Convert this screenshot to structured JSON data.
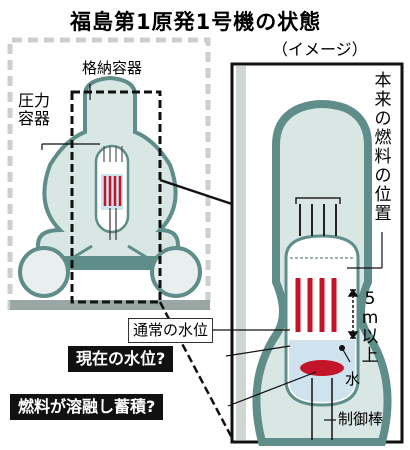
{
  "title": "福島第1原発1号機の状態",
  "subtitle": "（イメージ）",
  "labels": {
    "containment_vessel": "格納容器",
    "pressure_vessel_line1": "圧力",
    "pressure_vessel_line2": "容器",
    "original_fuel_position": "本来の燃料の位置",
    "normal_water_level": "通常の水位",
    "current_water_level": "現在の水位?",
    "fuel_melted": "燃料が溶融し蓄積?",
    "five_m_or_more": "5m以上",
    "water": "水",
    "control_rod": "制御棒"
  },
  "colors": {
    "teal": "#5f8d8a",
    "teal_light": "#d8e6e4",
    "water": "#cfe3ef",
    "fuel_red": "#c4142a",
    "dark": "#111111"
  }
}
